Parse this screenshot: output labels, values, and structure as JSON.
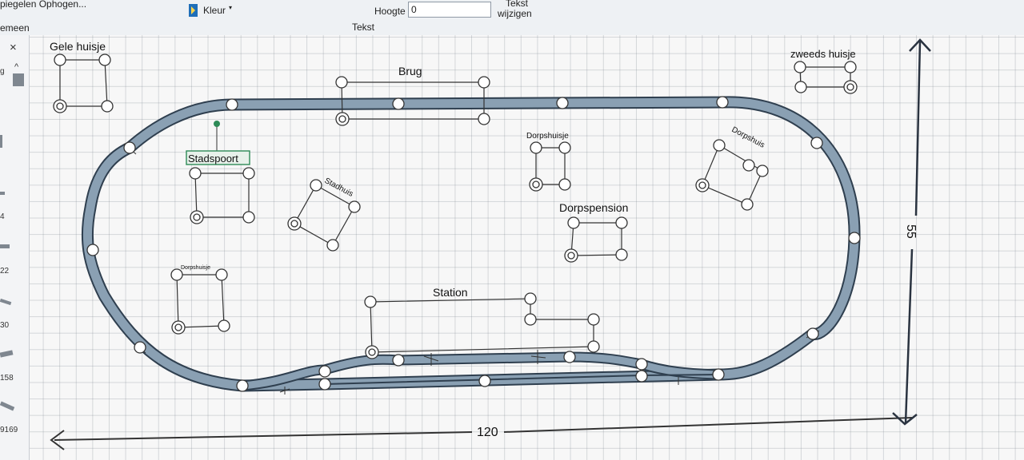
{
  "ribbon": {
    "group_left_text": "piegelen Ophogen...",
    "color_button_label": "Kleur",
    "height_label": "Hoogte",
    "height_value": "0",
    "edit_text_button_line1": "Tekst",
    "edit_text_button_line2": "wijzigen",
    "section_left_label": "emeen",
    "section_text_label": "Tekst"
  },
  "left_panel": {
    "close_label": "×",
    "scroll_up_label": "^",
    "labels": [
      "g",
      "4",
      "22",
      "30",
      "158",
      "9169"
    ]
  },
  "drawing": {
    "labels": {
      "gele_huisje": "Gele huisje",
      "brug": "Brug",
      "zweeds_huisje": "zweeds huisje",
      "stadspoort": "Stadspoort",
      "stadhuis": "Stadhuis",
      "dorpshuisje_top": "Dorpshuisje",
      "dorpshuis": "Dorpshuis",
      "dorpspension": "Dorpspension",
      "dorpshuisje_left": "Dorpshuisje",
      "station": "Station"
    },
    "dimension_width": "120",
    "dimension_height": "55",
    "track_color": "#7d93a7",
    "track_outline": "#2f3f4f",
    "selection_color": "#2e8b57"
  }
}
